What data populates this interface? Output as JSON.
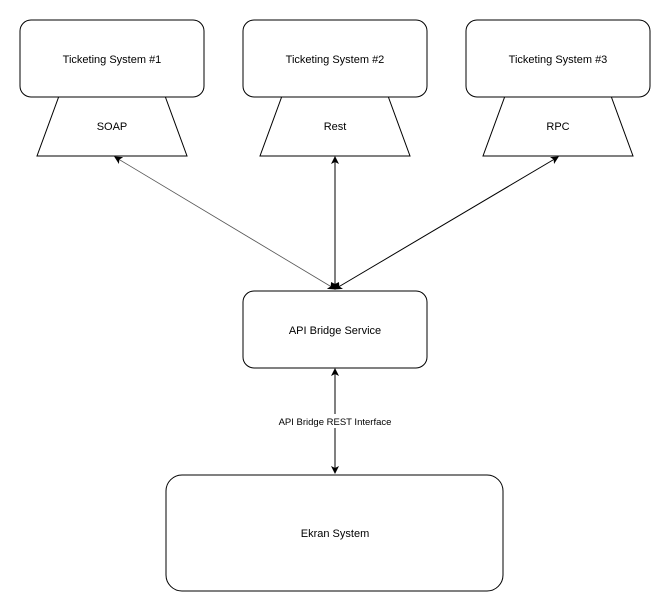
{
  "nodes": {
    "ticketing_1": {
      "label": "Ticketing System #1",
      "protocol": "SOAP"
    },
    "ticketing_2": {
      "label": "Ticketing System #2",
      "protocol": "Rest"
    },
    "ticketing_3": {
      "label": "Ticketing System #3",
      "protocol": "RPC"
    },
    "api_bridge": {
      "label": "API Bridge Service"
    },
    "ekran": {
      "label": "Ekran System"
    }
  },
  "edges": {
    "bridge_to_ekran_label": "API Bridge REST Interface"
  }
}
